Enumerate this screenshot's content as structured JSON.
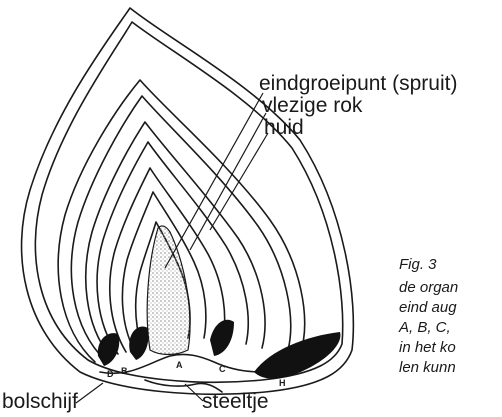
{
  "labels": {
    "growing_point": "eindgroeipunt (spruit)",
    "fleshy_scale": "vlezige rok",
    "skin": "huid",
    "basal_plate": "bolschijf",
    "stalk": "steeltje"
  },
  "part_letters": {
    "a": "A",
    "b": "B",
    "c": "C",
    "d": "D",
    "h": "H"
  },
  "caption": {
    "fig": "Fig. 3",
    "lines": [
      "de organ",
      "eind aug",
      "A, B, C,",
      "in het ko",
      "len kunn"
    ]
  },
  "colors": {
    "ink": "#1a1a1a",
    "stipple": "#9a9a9a",
    "background": "#ffffff"
  }
}
